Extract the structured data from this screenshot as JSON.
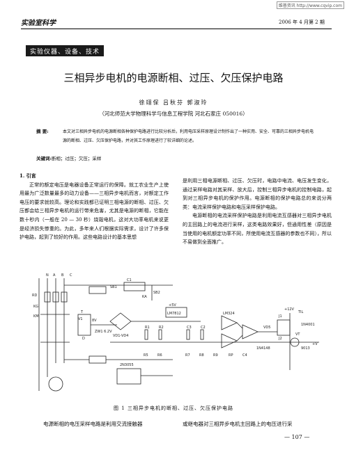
{
  "watermark": "维普资讯 http://www.cqvip.com",
  "header": {
    "journal": "实验室科学",
    "issue": "2006 年 4 月第 2 期"
  },
  "section_label": "实验仪器、设备、技术",
  "title": "三相异步电机的电源断相、过压、欠压保护电路",
  "authors": "徐翊保  吕秋芬  郭淑玲",
  "affiliation": "（河北师范大学物理科学与信息工程学院  河北石家庄  050016）",
  "abstract": {
    "label": "摘  要:",
    "text": "本文对三相异步电机的电源断相各种保护电路进行比较分析后，利用电压采样原理设计制作出了一种实用、安全、可靠的三相异步电机电源的断相、过压、欠压保护电路，并对其工作原理进行了较详细的论述。"
  },
  "keywords": {
    "label": "关键词:",
    "text": "断相；过压；欠压；采样"
  },
  "intro": {
    "heading": "1. 引言",
    "left_text": "正常的额定电压是电器设备正常运行的保障。就工农业生产上使用最为广泛数量最多的动力设备——三相异步电机而言，对额定工作电压的要求就较高。理论和实践都已证明三相电源的断相、过压、欠压都会给三相异步电机的运行带来危害，尤其是电源的断相，它能在数十秒内（一般在 20 — 30 秒）烧毁电机，这对大功率电机来说更是经济损失惨重的。为此，多年来人们根据实际需求，设计了许多保护电路，起到了较好的作用。这些电路设计的基本思想",
    "right_text_1": "是利用三相电源断相、过压、欠压时，电路中电流、电压发生变化，通过采样电路对其采样、放大后，控制三相异步电机的控制电路，起到对三相异步电机的保护作用。电源断相的保护电路总的来说分两类：电流采样保护电路和电压采样保护电路。",
    "right_text_2": "电源断相的电流采样保护电路是利用电流互感器对三相异步电机的主回路上的电流进行采样，这类电路效果好，但通用性差（原因是当使用的电机额定功率不同，所使用电流互感器的参数也不同），所以不易做到全面推广。"
  },
  "figure": {
    "caption": "图 1  三相异步电机的断相、过压、欠压保护电路",
    "labels": [
      "N",
      "A",
      "B",
      "C",
      "KG",
      "RD",
      "KM",
      "C1",
      "T",
      "SB1",
      "SB2",
      "KA",
      "D",
      "V1",
      "ZW1 6.2V",
      "VD1-VD4",
      "R1",
      "R2",
      "C3",
      "C2",
      "+5V",
      "8V",
      "2N3055",
      "LM324",
      "VT",
      "VD5",
      "R5",
      "R6",
      "R7",
      "R8",
      "R9",
      "RP",
      "C4",
      "J1",
      "J2",
      "1N4148",
      "TIL",
      "1N4001",
      "9013",
      "LM7812",
      "+12V",
      "+V"
    ]
  },
  "bottom": {
    "left": "电源断相的电压采样电路是利用交流接触器",
    "right": "或继电器对三相异步电机主回路上的电压进行采"
  },
  "page_number": "— 107 —"
}
